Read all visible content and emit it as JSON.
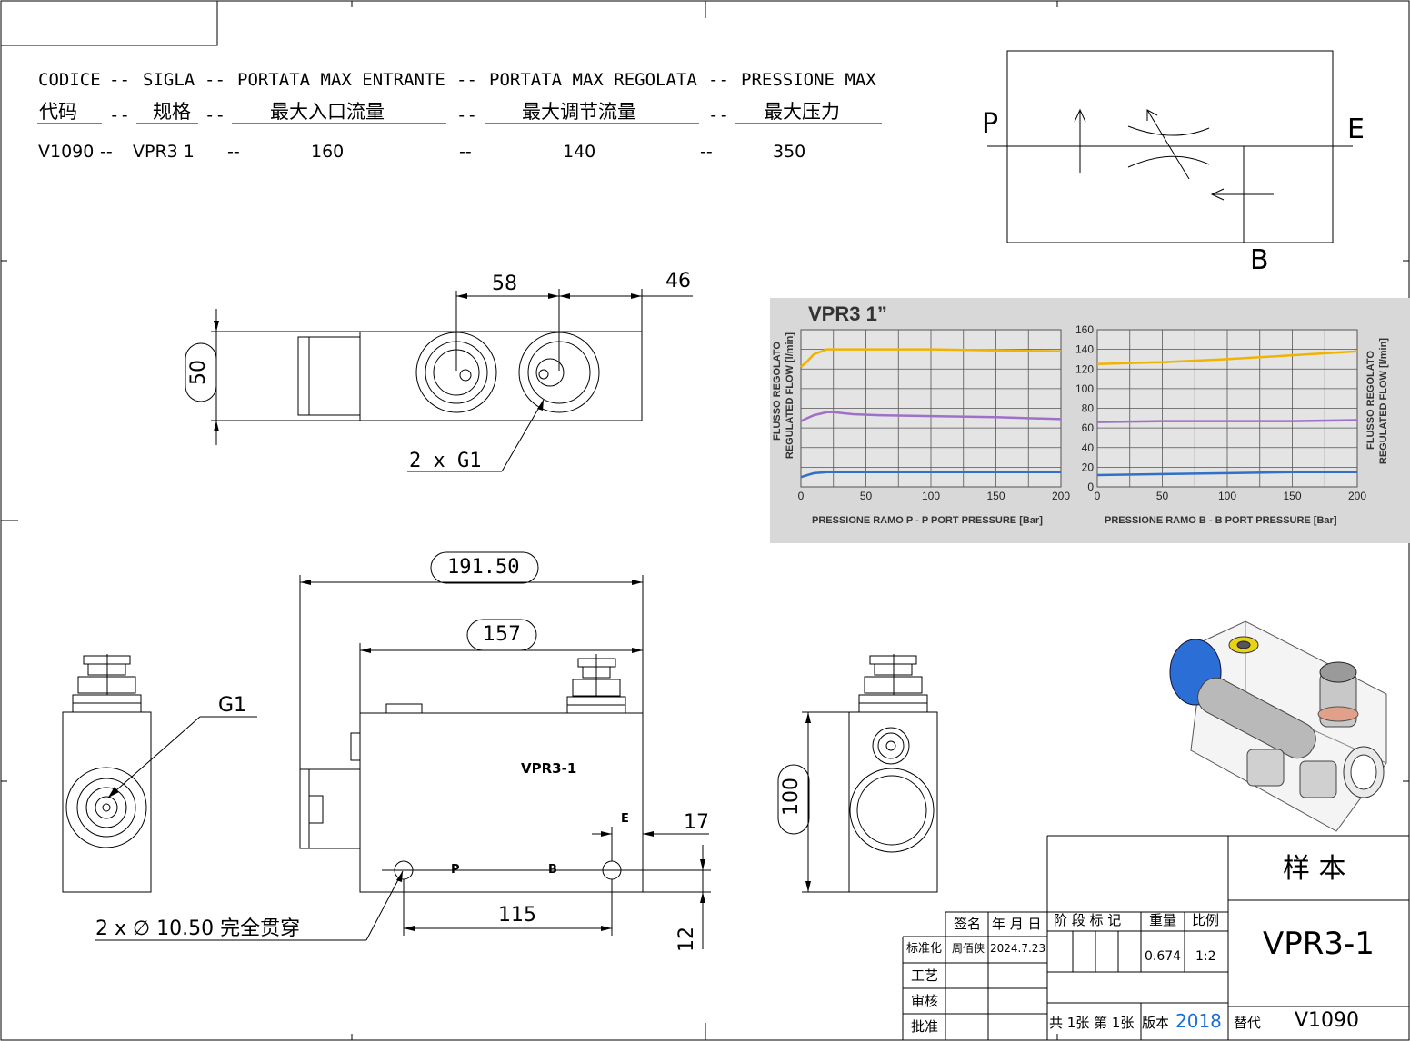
{
  "header": {
    "col1": "CODICE",
    "col2": "SIGLA",
    "col3": "PORTATA MAX ENTRANTE",
    "col4": "PORTATA MAX REGOLATA",
    "col5": "PRESSIONE MAX",
    "sep": "--",
    "sep2": "—",
    "cn1": "代码",
    "cn2": "规格",
    "cn3": "最大入口流量",
    "cn4": "最大调节流量",
    "cn5": "最大压力"
  },
  "row": {
    "code": "V1090",
    "model": "VPR3 1",
    "inflow": "160",
    "regflow": "140",
    "pressure": "350"
  },
  "symbol": {
    "p": "P",
    "e": "E",
    "b": "B"
  },
  "top_view": {
    "dim_58": "58",
    "dim_46": "46",
    "dim_50": "50",
    "port_note": "2 x  G1"
  },
  "front_view": {
    "dim_191": "191.50",
    "dim_157": "157",
    "dim_115": "115",
    "dim_17": "17",
    "dim_12": "12",
    "body_label": "VPR3-1",
    "lbl_e": "E",
    "lbl_p": "P",
    "lbl_b": "B",
    "hole_note": "2 x  ∅  10.50 完全贯穿"
  },
  "side_view": {
    "g1": "G1",
    "dim_100": "100"
  },
  "graph": {
    "title": "VPR3 1”",
    "ylabel_left_1": "FLUSSO REGOLATO",
    "ylabel_left_2": "REGULATED FLOW [l/min]",
    "ylabel_right_1": "FLUSSO REGOLATO",
    "ylabel_right_2": "REGULATED FLOW [l/min]",
    "xlabel_left": "PRESSIONE RAMO P - P PORT PRESSURE [Bar]",
    "xlabel_right": "PRESSIONE RAMO B - B PORT PRESSURE [Bar]"
  },
  "chart_data": [
    {
      "type": "line",
      "title": "",
      "xlabel": "PRESSIONE RAMO P - P PORT PRESSURE [Bar]",
      "ylabel": "FLUSSO REGOLATO REGULATED FLOW [l/min]",
      "xlim": [
        0,
        200
      ],
      "ylim": [
        0,
        160
      ],
      "x_ticks": [
        "0",
        "50",
        "100",
        "150",
        "200"
      ],
      "y_ticks": [],
      "grid": true,
      "series": [
        {
          "color": "#f0b400",
          "x": [
            0,
            5,
            10,
            20,
            30,
            50,
            100,
            150,
            200
          ],
          "y": [
            122,
            128,
            135,
            140,
            140,
            140,
            140,
            139,
            138
          ]
        },
        {
          "color": "#a070c8",
          "x": [
            0,
            5,
            10,
            20,
            25,
            40,
            60,
            100,
            150,
            200
          ],
          "y": [
            67,
            70,
            73,
            76,
            76,
            74,
            73,
            72,
            71,
            69
          ]
        },
        {
          "color": "#3070c8",
          "x": [
            0,
            5,
            10,
            20,
            30,
            50,
            100,
            150,
            200
          ],
          "y": [
            10,
            12,
            14,
            15,
            15,
            15,
            15,
            15,
            15
          ]
        }
      ]
    },
    {
      "type": "line",
      "title": "",
      "xlabel": "PRESSIONE RAMO B - B PORT PRESSURE [Bar]",
      "ylabel": "FLUSSO REGOLATO REGULATED FLOW [l/min]",
      "xlim": [
        0,
        200
      ],
      "ylim": [
        0,
        160
      ],
      "x_ticks": [
        "0",
        "50",
        "100",
        "150",
        "200"
      ],
      "y_ticks": [
        "0",
        "20",
        "40",
        "60",
        "80",
        "100",
        "120",
        "140",
        "160"
      ],
      "grid": true,
      "series": [
        {
          "color": "#f0b400",
          "x": [
            0,
            50,
            100,
            150,
            200
          ],
          "y": [
            125,
            127,
            130,
            134,
            138
          ]
        },
        {
          "color": "#a070c8",
          "x": [
            0,
            50,
            100,
            150,
            200
          ],
          "y": [
            66,
            67,
            67,
            67,
            68
          ]
        },
        {
          "color": "#3070c8",
          "x": [
            0,
            50,
            100,
            150,
            200
          ],
          "y": [
            12,
            13,
            14,
            15,
            15
          ]
        }
      ]
    }
  ],
  "title_block": {
    "sample": "样 本",
    "sign": "签名",
    "date_hdr": "年 月 日",
    "stage": "阶 段 标 记",
    "weight_hdr": "重量",
    "scale_hdr": "比例",
    "std": "标准化",
    "craft": "工艺",
    "review": "审核",
    "approve": "批准",
    "drafter": "周佰侠",
    "date": "2024.7.23",
    "weight": "0.674",
    "scale": "1:2",
    "part_name": "VPR3-1",
    "sheet_info": "共 1张 第 1张",
    "version_lbl": "版本",
    "version": "2018",
    "replace_lbl": "替代",
    "replace_val": "V1090"
  }
}
